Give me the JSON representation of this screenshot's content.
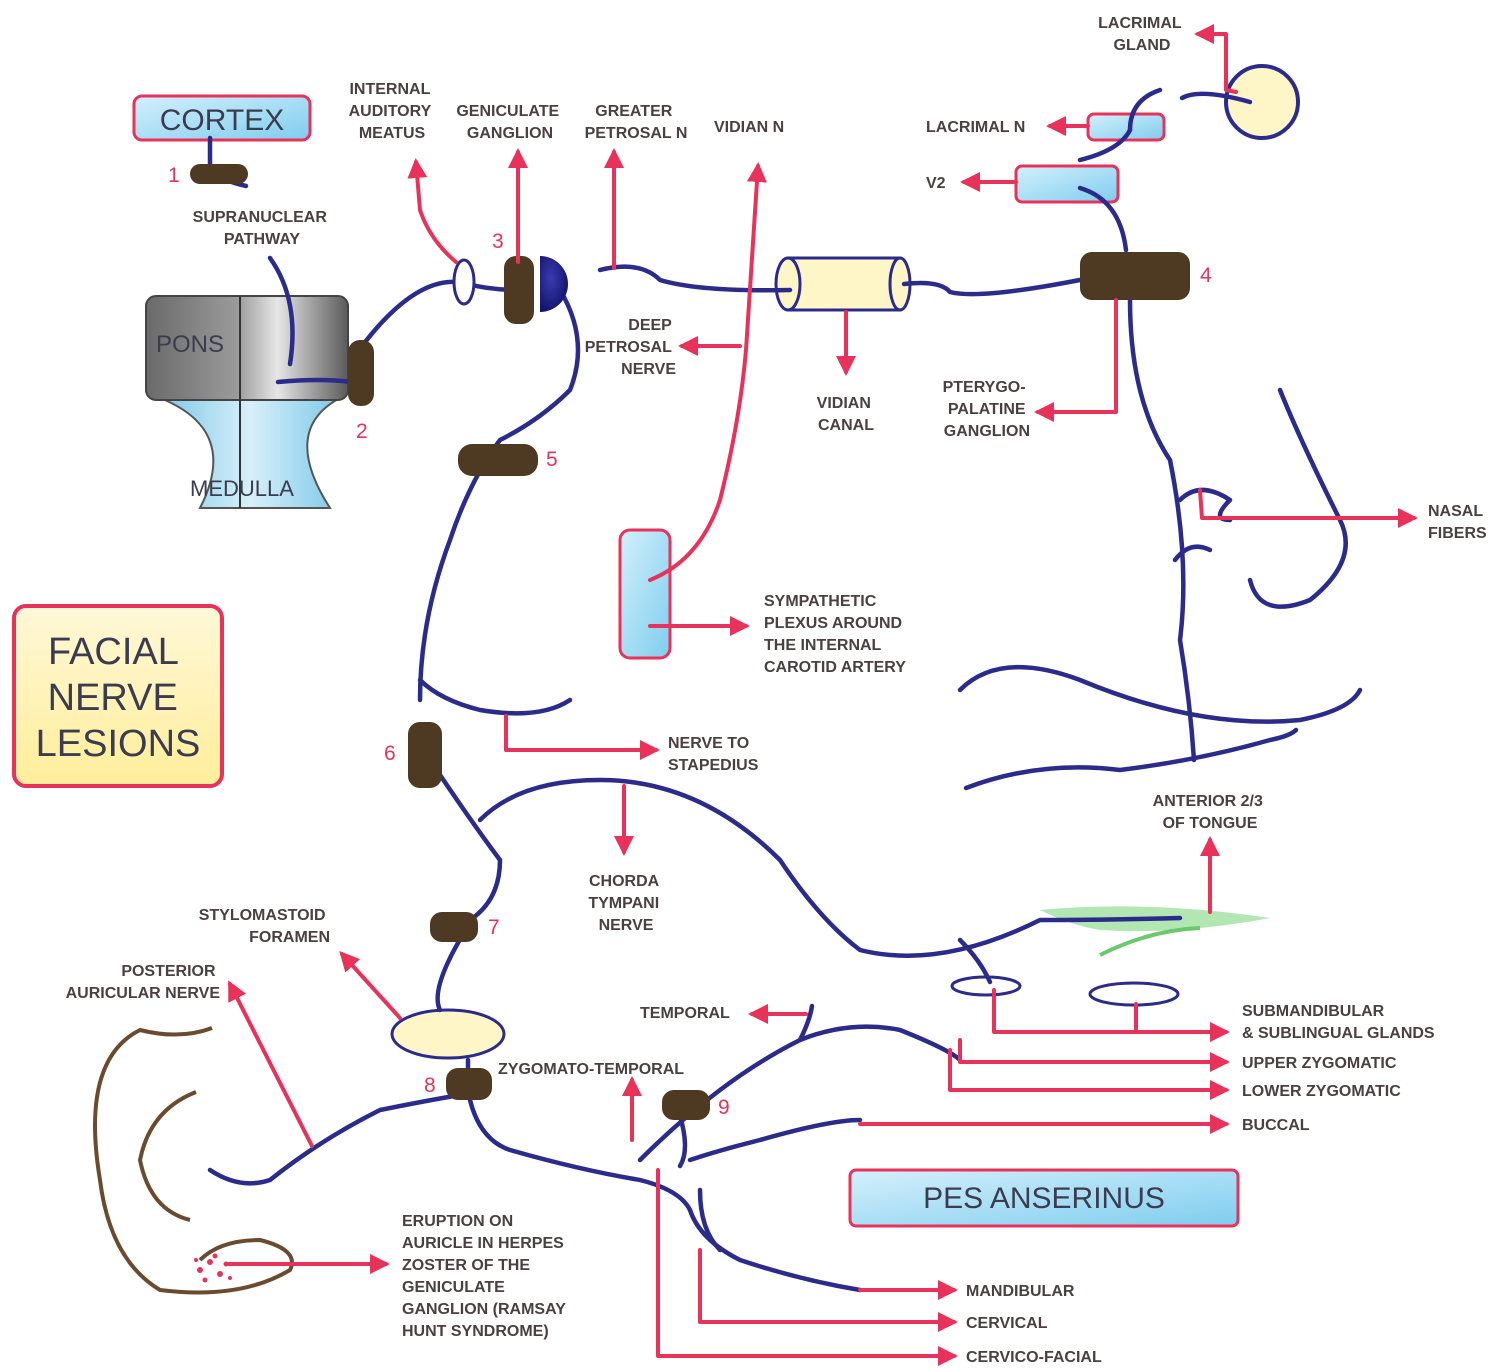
{
  "title_box": {
    "lines": [
      "FACIAL",
      "NERVE",
      "LESIONS"
    ]
  },
  "cortex": "CORTEX",
  "pons": "PONS",
  "medulla": "MEDULLA",
  "pes_anserinus": "PES ANSERINUS",
  "labels": {
    "supranuclear": [
      "SUPRANUCLEAR",
      "PATHWAY"
    ],
    "internal_auditory_meatus": [
      "INTERNAL",
      "AUDITORY",
      "MEATUS"
    ],
    "geniculate_ganglion": [
      "GENICULATE",
      "GANGLION"
    ],
    "greater_petrosal": [
      "GREATER",
      "PETROSAL N"
    ],
    "vidian_n": "VIDIAN N",
    "lacrimal_gland": [
      "LACRIMAL",
      "GLAND"
    ],
    "lacrimal_n": "LACRIMAL N",
    "v2": "V2",
    "deep_petrosal": [
      "DEEP",
      "PETROSAL",
      "NERVE"
    ],
    "vidian_canal": [
      "VIDIAN",
      "CANAL"
    ],
    "pterygopalatine": [
      "PTERYGO-",
      "PALATINE",
      "GANGLION"
    ],
    "nasal_fibers": [
      "NASAL",
      "FIBERS"
    ],
    "sympathetic_plexus": [
      "SYMPATHETIC",
      "PLEXUS AROUND",
      "THE INTERNAL",
      "CAROTID ARTERY"
    ],
    "nerve_to_stapedius": [
      "NERVE TO",
      "STAPEDIUS"
    ],
    "chorda_tympani": [
      "CHORDA",
      "TYMPANI",
      "NERVE"
    ],
    "anterior_tongue": [
      "ANTERIOR 2/3",
      "OF TONGUE"
    ],
    "stylomastoid": [
      "STYLOMASTOID",
      "FORAMEN"
    ],
    "posterior_auricular": [
      "POSTERIOR",
      "AURICULAR NERVE"
    ],
    "temporal": "TEMPORAL",
    "zygomato_temporal": "ZYGOMATO-TEMPORAL",
    "submandibular": [
      "SUBMANDIBULAR",
      "& SUBLINGUAL GLANDS"
    ],
    "upper_zygomatic": "UPPER ZYGOMATIC",
    "lower_zygomatic": "LOWER ZYGOMATIC",
    "buccal": "BUCCAL",
    "herpes": [
      "ERUPTION ON",
      "AURICLE IN HERPES",
      "ZOSTER OF THE",
      "GENICULATE",
      "GANGLION (RAMSAY",
      "HUNT SYNDROME)"
    ],
    "mandibular": "MANDIBULAR",
    "cervical": "CERVICAL",
    "cervicofacial": "CERVICO-FACIAL"
  },
  "lesion_numbers": [
    "1",
    "2",
    "3",
    "4",
    "5",
    "6",
    "7",
    "8",
    "9"
  ],
  "colors": {
    "nerve": "#2b2b8c",
    "arrow": "#e8325a",
    "lesion": "#4e3a22",
    "box_fill_blue": "#a8dcf2",
    "box_fill_cream": "#fff6c8",
    "box_border": "#e8325a",
    "tongue": "#6cc86c"
  }
}
